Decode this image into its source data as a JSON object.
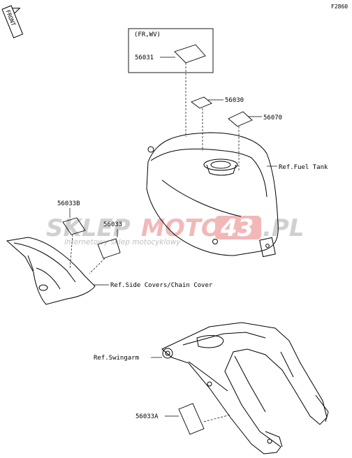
{
  "figure_code": "F2860",
  "front_badge": "FRONT",
  "variant_box": {
    "title": "(FR,WV)",
    "part": "56031"
  },
  "labels": {
    "p56030": "56030",
    "p56070": "56070",
    "fuel_tank": "Ref.Fuel Tank",
    "p56033B": "56033B",
    "p56033": "56033",
    "side_covers": "Ref.Side Covers/Chain Cover",
    "swingarm": "Ref.Swingarm",
    "p56033A": "56033A"
  },
  "watermark": {
    "part1": "SKLEP",
    "part2": "MOTO",
    "part3": "43",
    "part4": ".PL",
    "tagline": "internetowy sklep motocyklowy",
    "colors": {
      "grey": "#c8c8c8",
      "red": "#f2b8b8"
    }
  }
}
